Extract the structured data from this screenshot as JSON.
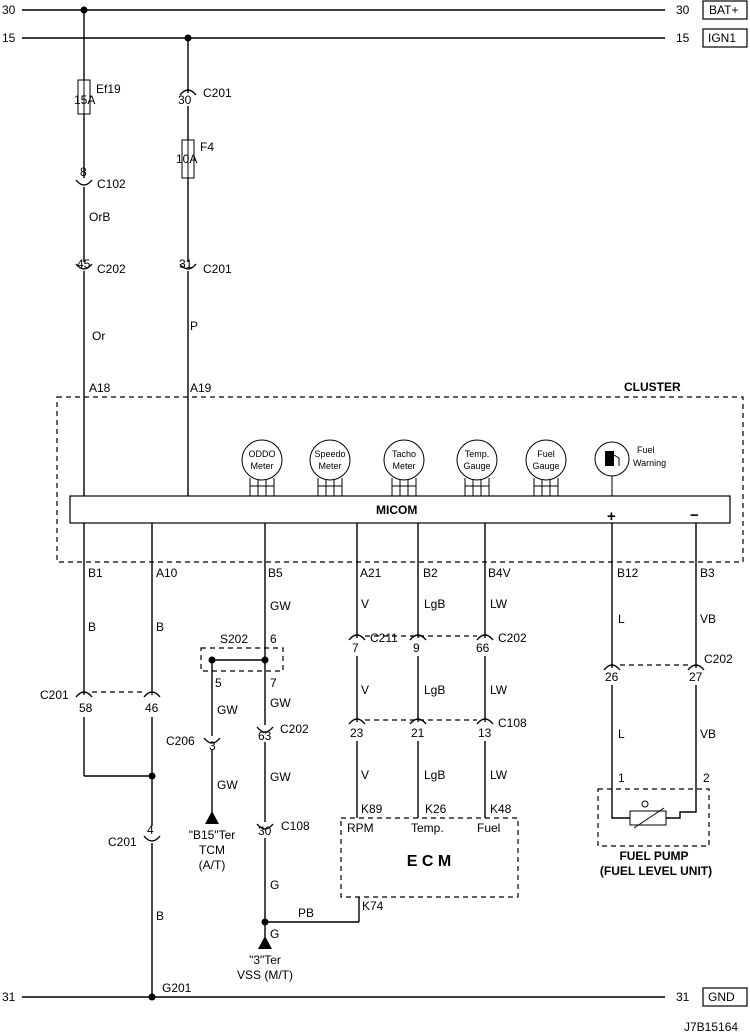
{
  "rails": {
    "bat_num_left": "30",
    "bat_num_right": "30",
    "bat_label": "BAT+",
    "ign_num_left": "15",
    "ign_num_right": "15",
    "ign_label": "IGN1",
    "gnd_num_left": "31",
    "gnd_num_right": "31",
    "gnd_label": "GND"
  },
  "fuses": {
    "ef19_name": "Ef19",
    "ef19_rating": "15A",
    "f4_name": "F4",
    "f4_rating": "10A"
  },
  "upper_connectors": {
    "c201_a_pin": "30",
    "c201_a_name": "C201",
    "c102_pin": "8",
    "c102_name": "C102",
    "c202_a_pin": "45",
    "c202_a_name": "C202",
    "c201_b_pin": "31",
    "c201_b_name": "C201"
  },
  "upper_wires": {
    "orb": "OrB",
    "or": "Or",
    "p": "P"
  },
  "cluster": {
    "title": "CLUSTER",
    "micom": "MICOM",
    "pin_a18": "A18",
    "pin_a19": "A19",
    "pin_b1": "B1",
    "pin_a10": "A10",
    "pin_b5": "B5",
    "pin_a21": "A21",
    "pin_b2": "B2",
    "pin_b4v": "B4V",
    "pin_b12": "B12",
    "pin_b3": "B3",
    "plus": "+",
    "minus": "−",
    "meters": [
      {
        "line1": "ODDO",
        "line2": "Meter"
      },
      {
        "line1": "Speedo",
        "line2": "Meter"
      },
      {
        "line1": "Tacho",
        "line2": "Meter"
      },
      {
        "line1": "Temp.",
        "line2": "Gauge"
      },
      {
        "line1": "Fuel",
        "line2": "Gauge"
      }
    ],
    "fuel_warning_line1": "Fuel",
    "fuel_warning_line2": "Warning"
  },
  "lower": {
    "w_b1": "B",
    "w_a10": "B",
    "c201_name": "C201",
    "c201_pin58": "58",
    "c201_pin46": "46",
    "w_gw1": "GW",
    "s202_name": "S202",
    "s202_pin6": "6",
    "s202_pin5": "5",
    "s202_pin7": "7",
    "w_gw2": "GW",
    "w_gw3": "GW",
    "c206_name": "C206",
    "c206_pin": "3",
    "c202_b_pin63": "63",
    "c202_b_name": "C202",
    "w_gw4": "GW",
    "w_gw5": "GW",
    "tcm_line1": "\"B15\"Ter",
    "tcm_line2": "TCM",
    "tcm_line3": "(A/T)",
    "c108_a_pin": "30",
    "c108_a_name": "C108",
    "w_g1": "G",
    "w_pb": "PB",
    "w_g2": "G",
    "vss_line1": "\"3\"Ter",
    "vss_line2": "VSS (M/T)",
    "c201_c_pin": "4",
    "c201_c_name": "C201",
    "w_b_gnd": "B",
    "g201": "G201",
    "w_v1": "V",
    "w_lgb1": "LgB",
    "w_lw1": "LW",
    "c211_pin": "7",
    "c211_name": "C211",
    "c202_c_pin9": "9",
    "c202_c_pin66": "66",
    "c202_c_name": "C202",
    "w_v2": "V",
    "w_lgb2": "LgB",
    "w_lw2": "LW",
    "c108_b_pin23": "23",
    "c108_b_pin21": "21",
    "c108_b_pin13": "13",
    "c108_b_name": "C108",
    "w_v3": "V",
    "w_lgb3": "LgB",
    "w_lw3": "LW",
    "ecm_k89": "K89",
    "ecm_k26": "K26",
    "ecm_k48": "K48",
    "ecm_rpm": "RPM",
    "ecm_temp": "Temp.",
    "ecm_fuel": "Fuel",
    "ecm_title": "E C M",
    "ecm_k74": "K74",
    "w_l1": "L",
    "w_vb1": "VB",
    "c202_d_pin26": "26",
    "c202_d_pin27": "27",
    "c202_d_name": "C202",
    "w_l2": "L",
    "w_vb2": "VB",
    "fp_pin1": "1",
    "fp_pin2": "2",
    "fp_line1": "FUEL PUMP",
    "fp_line2": "(FUEL LEVEL UNIT)"
  },
  "figure_id": "J7B15164"
}
